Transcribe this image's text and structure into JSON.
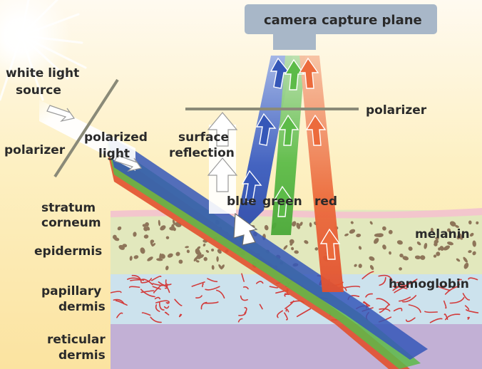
{
  "camera": {
    "label": "camera capture plane"
  },
  "light_source": {
    "label_line1": "white light",
    "label_line2": "source"
  },
  "polarizer_left": {
    "label": "polarizer"
  },
  "polarizer_top": {
    "label": "polarizer"
  },
  "polarized_light": {
    "label_line1": "polarized",
    "label_line2": "light"
  },
  "surface_reflection": {
    "label_line1": "surface",
    "label_line2": "reflection"
  },
  "channels": {
    "blue": "blue",
    "green": "green",
    "red": "red"
  },
  "layers": {
    "stratum_corneum": {
      "line1": "stratum",
      "line2": "corneum"
    },
    "epidermis": {
      "line1": "epidermis"
    },
    "papillary_dermis": {
      "line1": "papillary",
      "line2": "dermis"
    },
    "reticular_dermis": {
      "line1": "reticular",
      "line2": "dermis"
    }
  },
  "components": {
    "melanin": "melanin",
    "hemoglobin": "hemoglobin"
  },
  "colors": {
    "background_top": "#fff6d2",
    "background_mid": "#fce7a4",
    "stratum_corneum": "#f4c9cf",
    "epidermis": "#e3e9bd",
    "papillary_dermis": "#cde3ee",
    "reticular_dermis": "#c3b1d6",
    "melanin": "#8e7559",
    "hemoglobin": "#d23b3b",
    "blue": "#3557b8",
    "green": "#5cbb48",
    "red": "#ec6b3c",
    "polarizer": "#8a8a78",
    "camera": "#a8b7c8"
  }
}
